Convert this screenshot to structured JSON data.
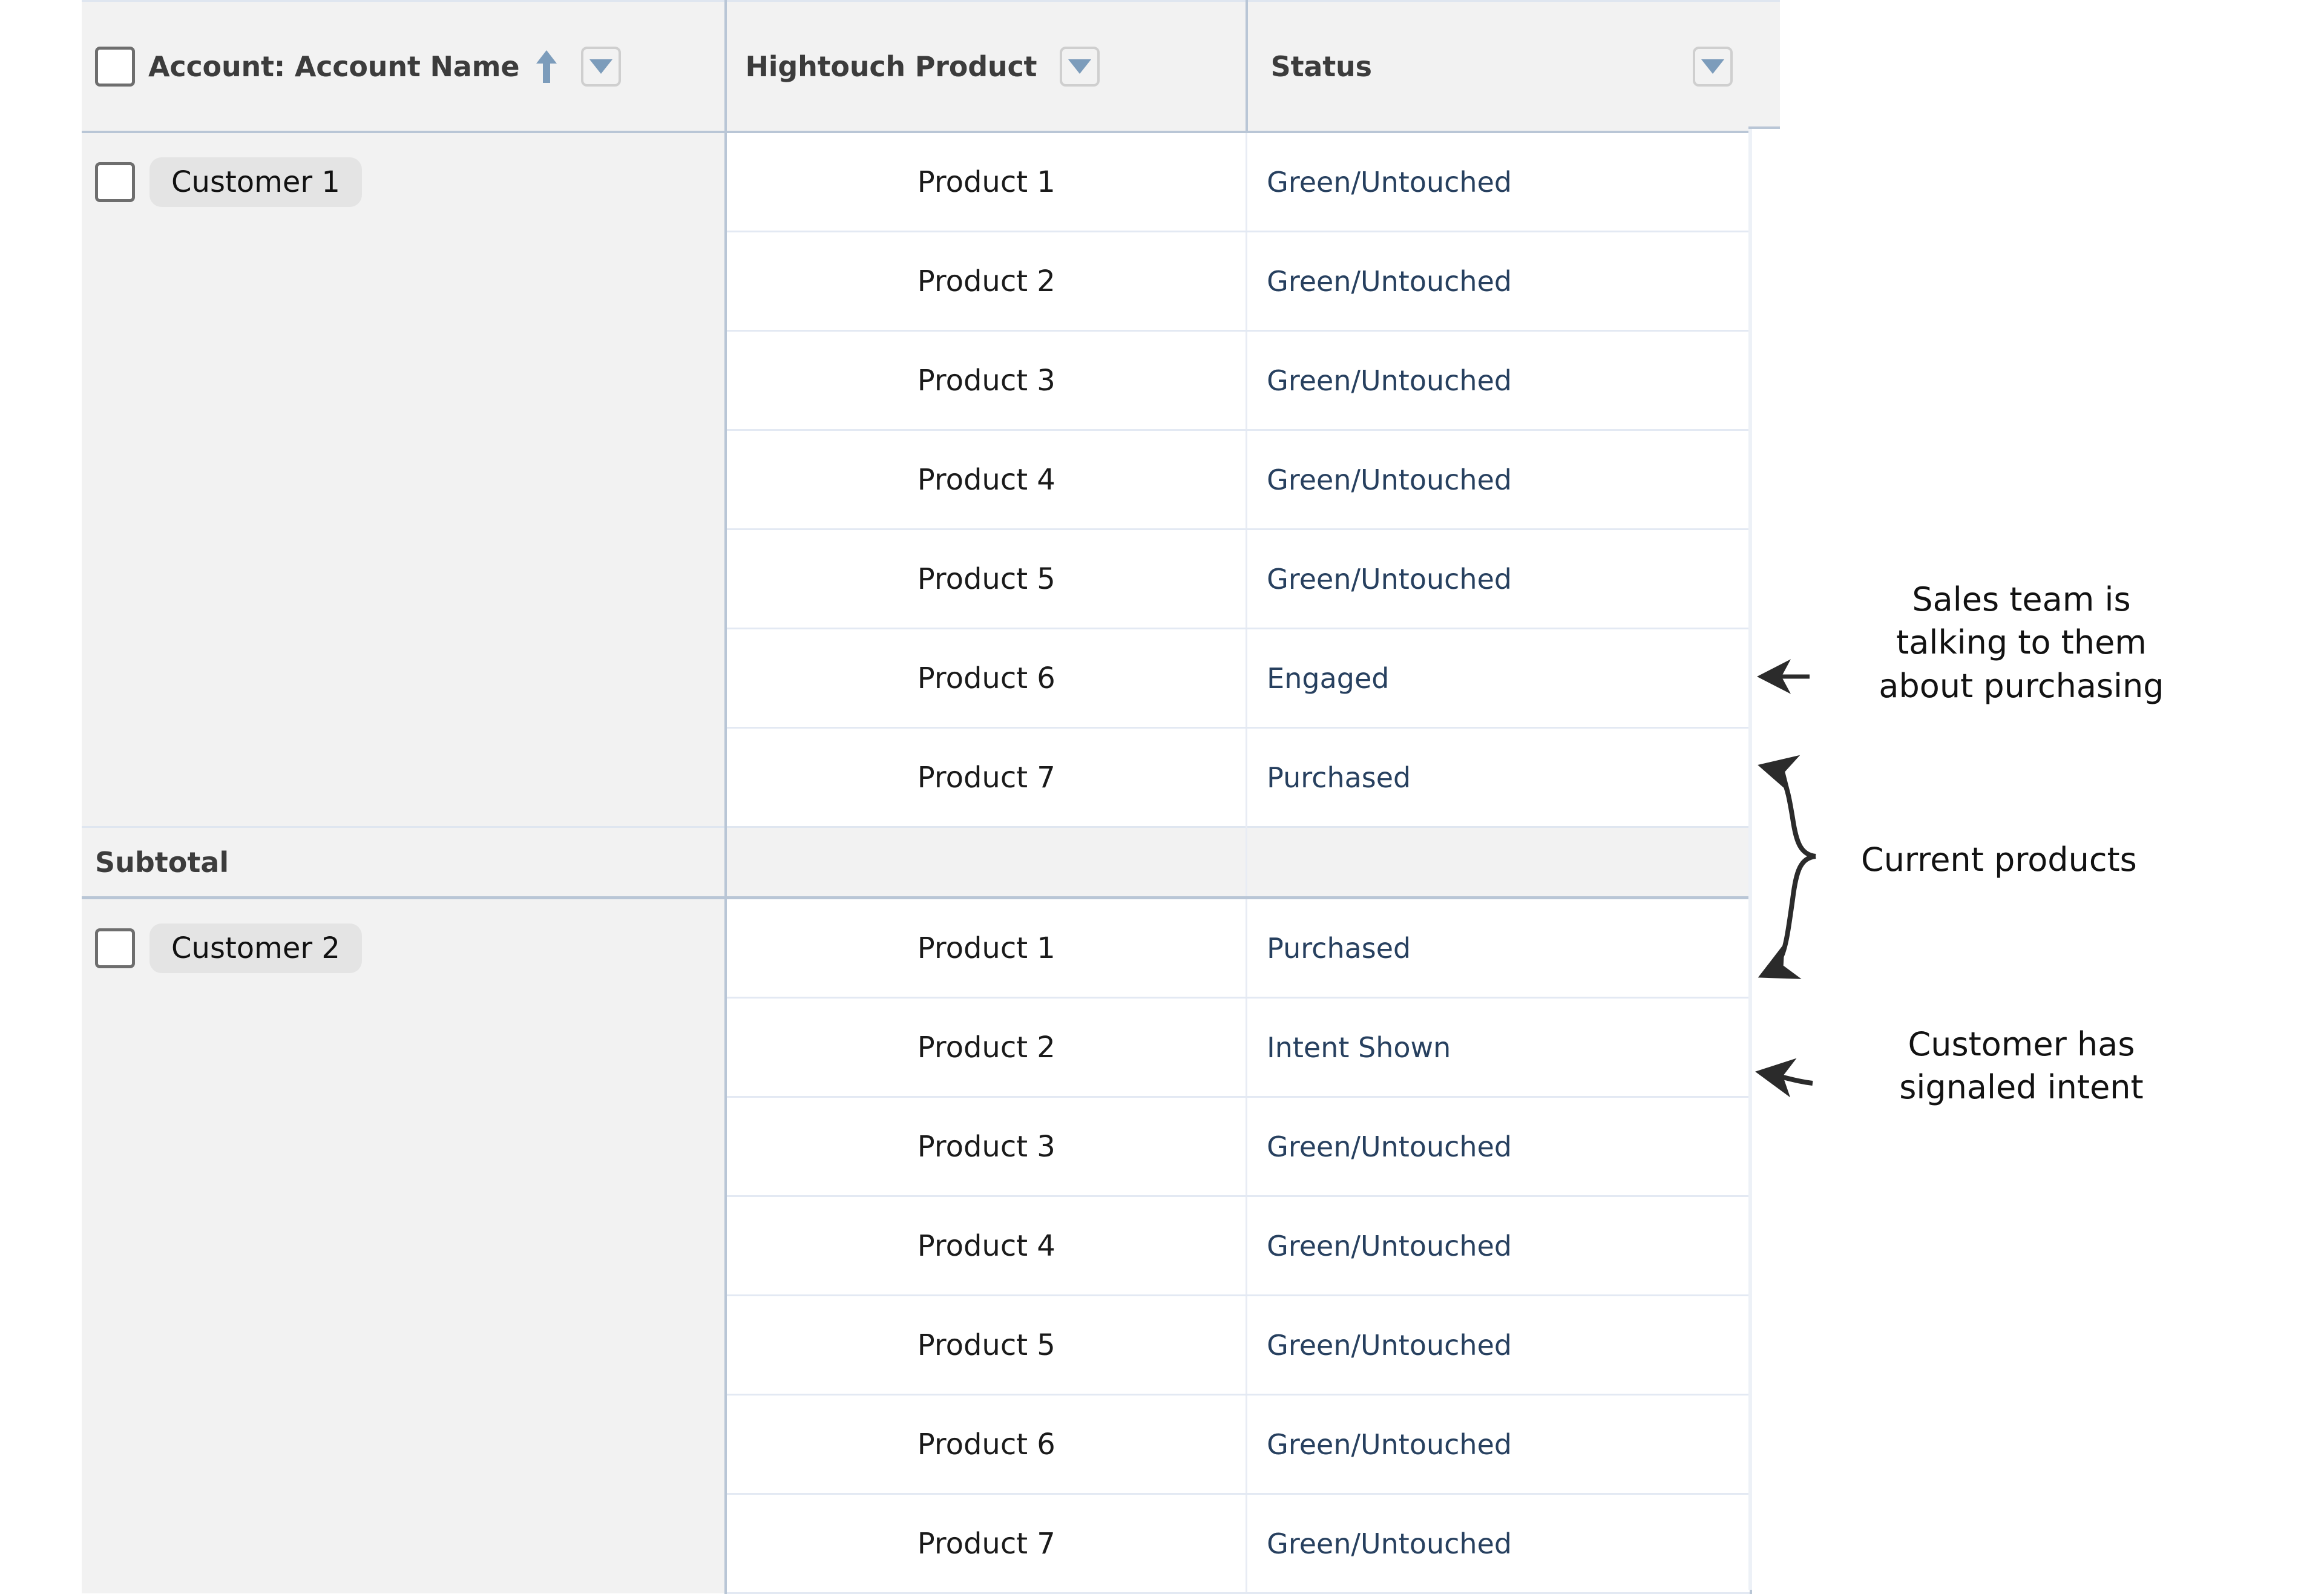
{
  "table": {
    "columns": [
      {
        "key": "account",
        "label": "Account: Account Name",
        "sort": "ascending",
        "sort_icon": "arrow-up-icon",
        "filter_icon": "chevron-down-icon"
      },
      {
        "key": "product",
        "label": "Hightouch Product",
        "filter_icon": "chevron-down-icon"
      },
      {
        "key": "status",
        "label": "Status",
        "filter_icon": "chevron-down-icon"
      }
    ],
    "subtotal_label": "Subtotal",
    "groups": [
      {
        "account": "Customer 1",
        "selected": false,
        "rows": [
          {
            "product": "Product 1",
            "status": "Green/Untouched"
          },
          {
            "product": "Product 2",
            "status": "Green/Untouched"
          },
          {
            "product": "Product 3",
            "status": "Green/Untouched"
          },
          {
            "product": "Product 4",
            "status": "Green/Untouched"
          },
          {
            "product": "Product 5",
            "status": "Green/Untouched"
          },
          {
            "product": "Product 6",
            "status": "Engaged"
          },
          {
            "product": "Product 7",
            "status": "Purchased"
          }
        ]
      },
      {
        "account": "Customer 2",
        "selected": false,
        "rows": [
          {
            "product": "Product 1",
            "status": "Purchased"
          },
          {
            "product": "Product 2",
            "status": "Intent Shown"
          },
          {
            "product": "Product 3",
            "status": "Green/Untouched"
          },
          {
            "product": "Product 4",
            "status": "Green/Untouched"
          },
          {
            "product": "Product 5",
            "status": "Green/Untouched"
          },
          {
            "product": "Product 6",
            "status": "Green/Untouched"
          },
          {
            "product": "Product 7",
            "status": "Green/Untouched"
          }
        ]
      }
    ]
  },
  "annotations": {
    "sales": "Sales team is\ntalking to them\nabout purchasing",
    "current": "Current products",
    "intent": "Customer has\nsignaled intent"
  },
  "colors": {
    "status_text": "#27405f",
    "header_text": "#3c3c3c",
    "header_bg": "#f2f2f2",
    "account_bg": "#f2f2f2",
    "chip_bg": "#e4e4e4",
    "grid_strong": "#b9c6d6",
    "grid_light": "#e3e9f3",
    "icon_blue": "#7c9cbb",
    "annotation_text": "#121212"
  }
}
